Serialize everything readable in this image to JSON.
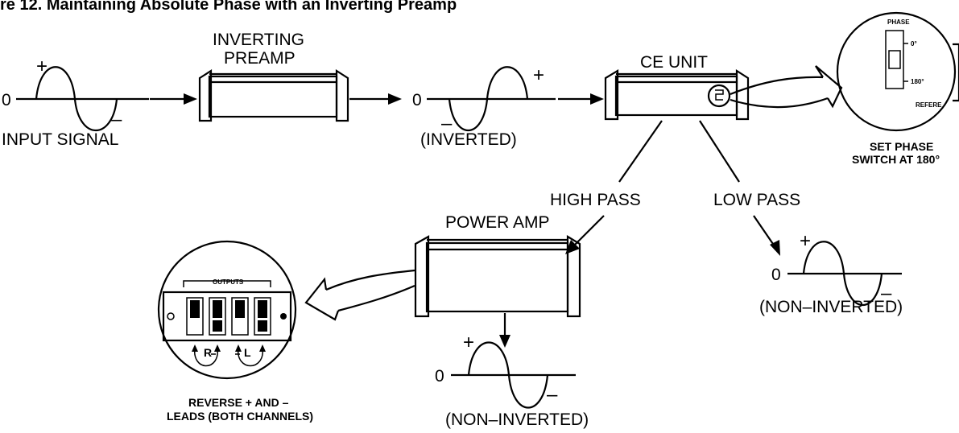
{
  "figure": {
    "title": "re 12.  Maintaining Absolute Phase with an Inverting Preamp"
  },
  "input": {
    "zero": "0",
    "plus": "+",
    "minus": "–",
    "label": "INPUT SIGNAL"
  },
  "preamp": {
    "label_line1": "INVERTING",
    "label_line2": "PREAMP"
  },
  "inverted": {
    "zero": "0",
    "plus": "+",
    "minus": "–",
    "label": "(INVERTED)"
  },
  "ce_unit": {
    "label": "CE UNIT",
    "high_pass": "HIGH PASS",
    "low_pass": "LOW PASS"
  },
  "phase_callout": {
    "panel_title": "PHASE",
    "opt_0": "0°",
    "opt_180": "180°",
    "panel_corner": "REFERE",
    "caption_line1": "SET PHASE",
    "caption_line2": "SWITCH AT 180°"
  },
  "power_amp": {
    "label": "POWER AMP"
  },
  "low_output": {
    "zero": "0",
    "plus": "+",
    "minus": "–",
    "label": "(NON–INVERTED)"
  },
  "amp_output": {
    "zero": "0",
    "plus": "+",
    "minus": "–",
    "label": "(NON–INVERTED)"
  },
  "outputs_callout": {
    "panel_title": "OUTPUTS",
    "r": "R",
    "l": "L",
    "caption_line1": "REVERSE + AND –",
    "caption_line2": "LEADS (BOTH CHANNELS)"
  }
}
